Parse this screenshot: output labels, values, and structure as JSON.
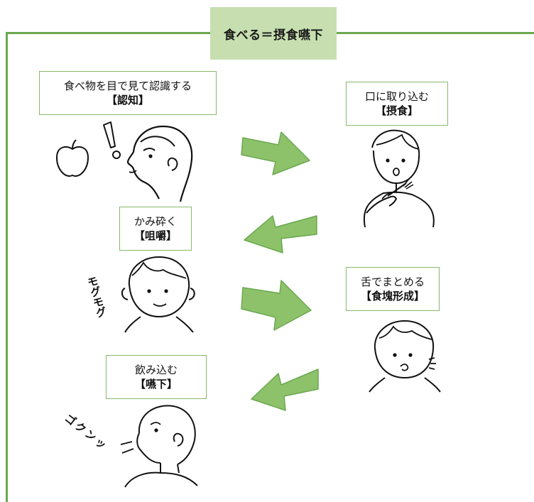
{
  "title": "食べる＝摂食嚥下",
  "stages": {
    "ninchi": {
      "action": "食べ物を目で見て認識する",
      "name": "【認知】"
    },
    "sesshoku": {
      "action": "口に取り込む",
      "name": "【摂食】"
    },
    "soshaku": {
      "action": "かみ砕く",
      "name": "【咀嚼】"
    },
    "shokkai": {
      "action": "舌でまとめる",
      "name": "【食塊形成】"
    },
    "enge": {
      "action": "飲み込む",
      "name": "【嚥下】"
    }
  },
  "sound_effects": {
    "chewing": "モグモグ",
    "swallowing": "ゴクンッ"
  },
  "colors": {
    "frame": "#6aa84f",
    "title_bg": "#c7dfb0",
    "arrow": "#8dc26a",
    "box_border": "#86b96a"
  }
}
